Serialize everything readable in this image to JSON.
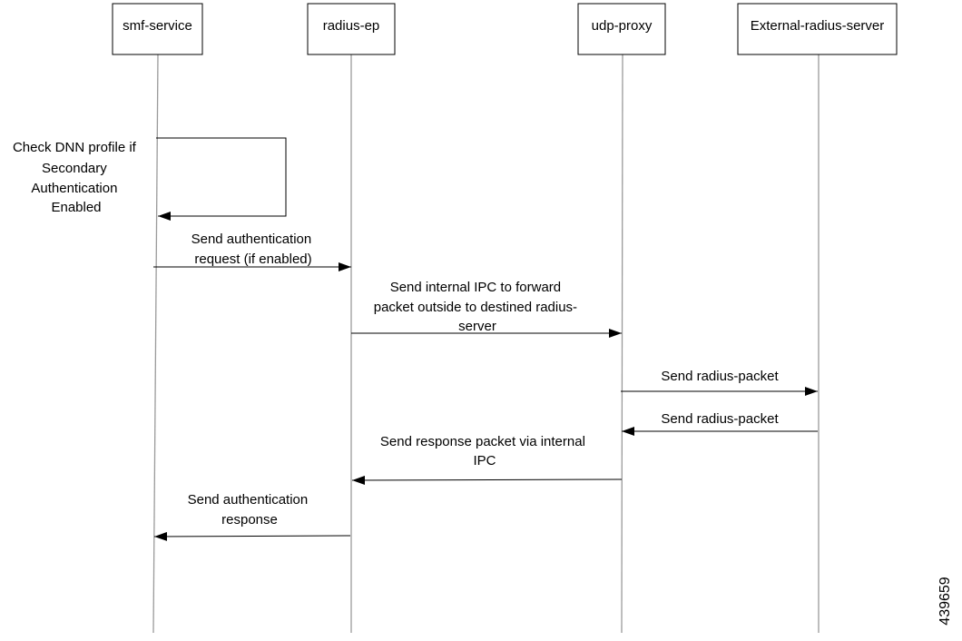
{
  "actors": [
    {
      "id": "smf",
      "label": "smf-service"
    },
    {
      "id": "radius",
      "label": "radius-ep"
    },
    {
      "id": "udp",
      "label": "udp-proxy"
    },
    {
      "id": "ext",
      "label": "External-radius-server"
    }
  ],
  "messages": [
    {
      "id": "self-check",
      "from": "smf",
      "to": "smf",
      "self": true,
      "lines": [
        "Check DNN profile if",
        "Secondary",
        "Authentication",
        "Enabled"
      ]
    },
    {
      "id": "auth-request",
      "from": "smf",
      "to": "radius",
      "lines": [
        "Send authentication",
        "request (if enabled)"
      ]
    },
    {
      "id": "internal-ipc-forward",
      "from": "radius",
      "to": "udp",
      "lines": [
        "Send internal IPC to forward",
        "packet outside to destined radius-",
        "server"
      ]
    },
    {
      "id": "radius-packet-out",
      "from": "udp",
      "to": "ext",
      "lines": [
        "Send radius-packet"
      ]
    },
    {
      "id": "radius-packet-in",
      "from": "ext",
      "to": "udp",
      "lines": [
        "Send radius-packet"
      ]
    },
    {
      "id": "response-ipc",
      "from": "udp",
      "to": "radius",
      "lines": [
        "Send response packet via internal",
        "IPC"
      ]
    },
    {
      "id": "auth-response",
      "from": "radius",
      "to": "smf",
      "lines": [
        "Send authentication",
        "response"
      ]
    }
  ],
  "figure_id": "439659"
}
